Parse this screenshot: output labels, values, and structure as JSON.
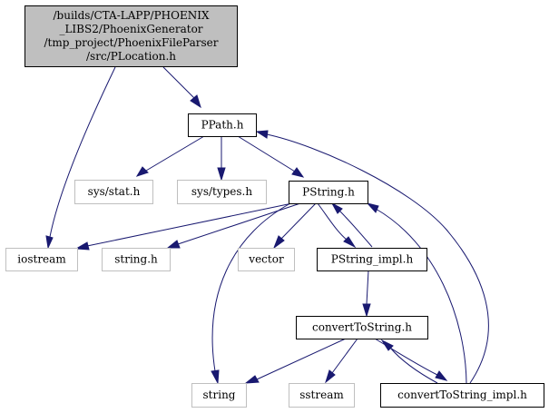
{
  "graph": {
    "colors": {
      "edge": "#191970",
      "root_fill": "#bfbfbf",
      "documented_border": "#000000",
      "external_border": "#bfbfbf",
      "external_text": "#404040",
      "text": "#000000"
    },
    "nodes": {
      "root": {
        "lines": [
          "/builds/CTA-LAPP/PHOENIX",
          "_LIBS2/PhoenixGenerator",
          "/tmp_project/PhoenixFileParser",
          "/src/PLocation.h"
        ],
        "kind": "root"
      },
      "ppath": {
        "lines": [
          "PPath.h"
        ],
        "kind": "documented"
      },
      "sys_stat": {
        "lines": [
          "sys/stat.h"
        ],
        "kind": "external"
      },
      "sys_types": {
        "lines": [
          "sys/types.h"
        ],
        "kind": "external"
      },
      "pstring": {
        "lines": [
          "PString.h"
        ],
        "kind": "documented"
      },
      "iostream": {
        "lines": [
          "iostream"
        ],
        "kind": "external"
      },
      "string_h": {
        "lines": [
          "string.h"
        ],
        "kind": "external"
      },
      "vector": {
        "lines": [
          "vector"
        ],
        "kind": "external"
      },
      "pstring_impl": {
        "lines": [
          "PString_impl.h"
        ],
        "kind": "documented"
      },
      "convert": {
        "lines": [
          "convertToString.h"
        ],
        "kind": "documented"
      },
      "string": {
        "lines": [
          "string"
        ],
        "kind": "external"
      },
      "sstream": {
        "lines": [
          "sstream"
        ],
        "kind": "external"
      },
      "convert_impl": {
        "lines": [
          "convertToString_impl.h"
        ],
        "kind": "documented"
      }
    },
    "edges": [
      {
        "from": "root",
        "to": "iostream"
      },
      {
        "from": "root",
        "to": "ppath"
      },
      {
        "from": "ppath",
        "to": "sys_stat"
      },
      {
        "from": "ppath",
        "to": "sys_types"
      },
      {
        "from": "ppath",
        "to": "pstring"
      },
      {
        "from": "pstring",
        "to": "iostream"
      },
      {
        "from": "pstring",
        "to": "string_h"
      },
      {
        "from": "pstring",
        "to": "vector"
      },
      {
        "from": "pstring",
        "to": "string"
      },
      {
        "from": "pstring",
        "to": "pstring_impl"
      },
      {
        "from": "pstring_impl",
        "to": "pstring"
      },
      {
        "from": "pstring_impl",
        "to": "convert"
      },
      {
        "from": "convert",
        "to": "string"
      },
      {
        "from": "convert",
        "to": "sstream"
      },
      {
        "from": "convert",
        "to": "convert_impl"
      },
      {
        "from": "convert_impl",
        "to": "convert"
      },
      {
        "from": "convert_impl",
        "to": "pstring"
      },
      {
        "from": "convert_impl",
        "to": "ppath"
      }
    ]
  }
}
